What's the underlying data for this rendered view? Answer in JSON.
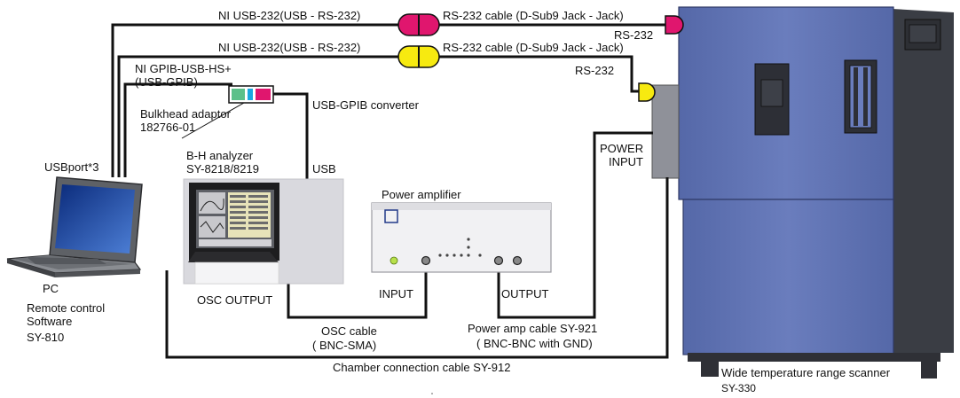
{
  "labels": {
    "ni_usb_232_top": "NI USB-232(USB - RS-232)",
    "ni_usb_232_mid": "NI USB-232(USB - RS-232)",
    "rs232_cable_top": "RS-232 cable (D-Sub9 Jack - Jack)",
    "rs232_cable_mid": "RS-232 cable (D-Sub9 Jack - Jack)",
    "rs232_a": "RS-232",
    "rs232_b": "RS-232",
    "ni_gpib_line1": "NI GPIB-USB-HS+",
    "ni_gpib_line2": "(USB-GPIB)",
    "bulkhead_line1": "Bulkhead adaptor",
    "bulkhead_line2": "182766-01",
    "usb_gpib_converter": "USB-GPIB converter",
    "usbport": "USBport*3",
    "bh_line1": "B-H analyzer",
    "bh_line2": "SY-8218/8219",
    "usb": "USB",
    "power_amplifier": "Power amplifier",
    "power_input_line1": "POWER",
    "power_input_line2": "INPUT",
    "input": "INPUT",
    "output": "OUTPUT",
    "osc_output": "OSC OUTPUT",
    "pc": "PC",
    "remote_line1": "Remote control",
    "remote_line2": "Software",
    "remote_line3": "SY-810",
    "osc_cable_line1": "OSC cable",
    "osc_cable_line2": "( BNC-SMA)",
    "poweramp_cable_line1": "Power amp cable SY-921",
    "poweramp_cable_line2": "( BNC-BNC with GND)",
    "chamber_cable": "Chamber connection cable SY-912",
    "scanner_line1": "Wide temperature range scanner",
    "scanner_line2": "SY-330"
  },
  "colors": {
    "cable": "#111111",
    "connector_magenta": "#e0166e",
    "connector_yellow": "#f7ea10",
    "chamber_blue": "#6275b5",
    "chamber_dark": "#3a3d44",
    "converter_green": "#5cc08a",
    "converter_blue": "#1aa7e0",
    "converter_pink": "#e0166e"
  },
  "icons": {
    "laptop": "laptop-icon",
    "analyzer": "bh-analyzer-icon",
    "amplifier": "power-amplifier-icon",
    "chamber": "scanner-chamber-icon",
    "converter": "usb-gpib-converter-icon"
  }
}
